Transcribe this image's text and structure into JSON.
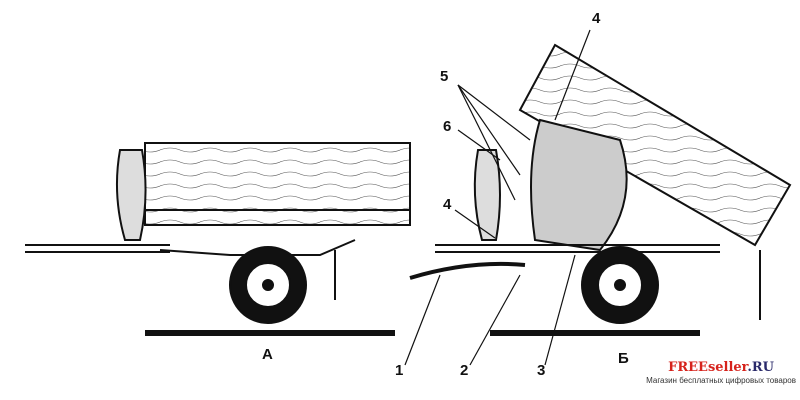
{
  "labels": {
    "view_a": "А",
    "view_b": "Б",
    "part_1": "1",
    "part_2": "2",
    "part_3": "3",
    "part_4_top": "4",
    "part_4_side": "4",
    "part_5": "5",
    "part_6": "6"
  },
  "watermark": {
    "brand_main": "FREEseller",
    "brand_suffix": ".RU",
    "tagline": "Магазин бесплатных цифровых товаров"
  },
  "colors": {
    "ink": "#111111",
    "wood": "#f4f4f4",
    "brand": "#d6231c"
  }
}
